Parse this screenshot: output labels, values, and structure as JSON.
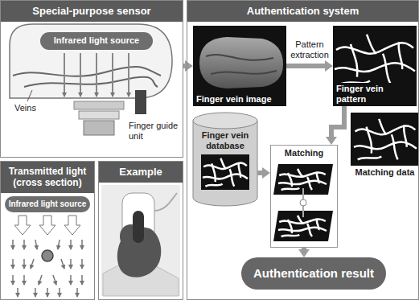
{
  "diagram": {
    "nodes": [
      {
        "text": [
          "Special-purpose sensor"
        ]
      },
      {
        "text": [
          "Infrared light source"
        ],
        "in": 0
      },
      {
        "text": [
          "Transmitted light (cross section)"
        ]
      },
      {
        "text": [
          "Infrared light source"
        ],
        "in": 2
      },
      {
        "text": [
          "Example"
        ]
      },
      {
        "text": [
          "Authentication system"
        ]
      },
      {
        "text": [
          "Finger vein image"
        ],
        "in": 5
      },
      {
        "text": [
          "Finger vein pattern"
        ],
        "in": 5
      },
      {
        "text": [
          "Finger vein database"
        ],
        "in": 5
      },
      {
        "text": [
          "Matching"
        ],
        "in": 5
      },
      {
        "text": [
          "Matching data"
        ],
        "in": 5
      },
      {
        "text": [
          "Authentication result"
        ],
        "in": 5
      }
    ],
    "edges": [
      {
        "from": 0,
        "to": 6,
        "arrow": "to"
      },
      {
        "from": 6,
        "to": 7,
        "label": "Pattern extraction",
        "arrow": "to"
      },
      {
        "from": 7,
        "to": 9,
        "arrow": "to"
      },
      {
        "from": 8,
        "to": 9,
        "arrow": "to"
      },
      {
        "from": 9,
        "to": 11,
        "arrow": "to"
      }
    ],
    "labels": [
      "Veins",
      "Finger guide unit"
    ]
  }
}
